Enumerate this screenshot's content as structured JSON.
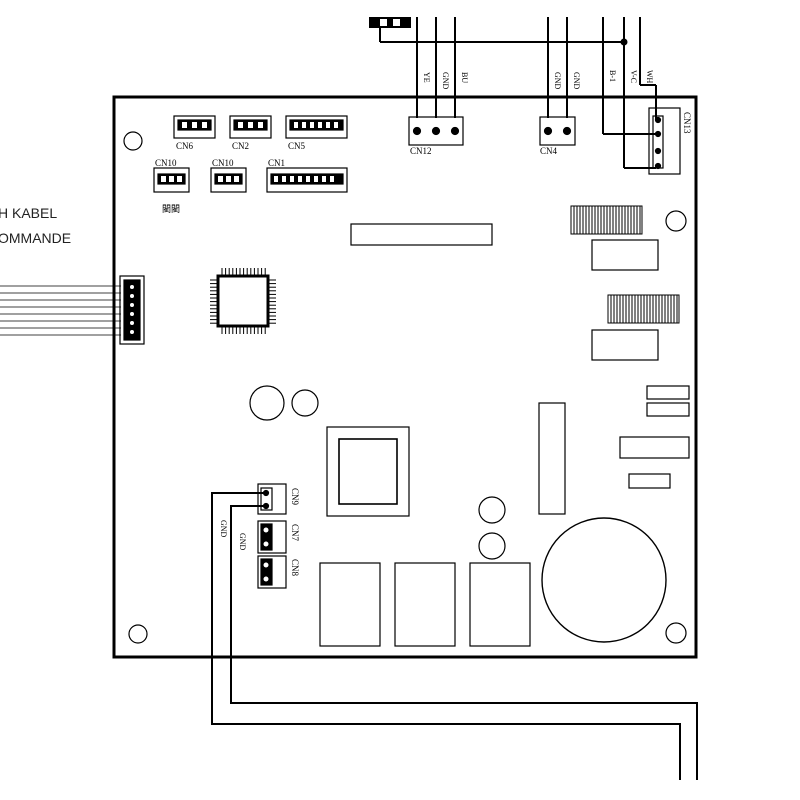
{
  "cable_label": {
    "line1": "H KABEL",
    "line2": "OMMANDE"
  },
  "connectors": {
    "cn6": "CN6",
    "cn2": "CN2",
    "cn5": "CN5",
    "cn10a": "CN10",
    "cn10b": "CN10",
    "cn1": "CN1",
    "cn12": "CN12",
    "cn4": "CN4",
    "cn13": "CN13",
    "cn9": "CN9",
    "cn7": "CN7",
    "cn8": "CN8"
  },
  "wire_labels": {
    "cn12_a": "YE",
    "cn12_b": "GND",
    "cn12_c": "BU",
    "cn4_a": "GND",
    "cn4_b": "GND",
    "cn13_a": "B-1",
    "cn13_b": "V-C",
    "cn13_c": "WH",
    "cn9_a": "GND",
    "cn9_b": "GND"
  },
  "smd_marking": "閵閵",
  "colors": {
    "line": "#000000",
    "background": "#ffffff"
  }
}
